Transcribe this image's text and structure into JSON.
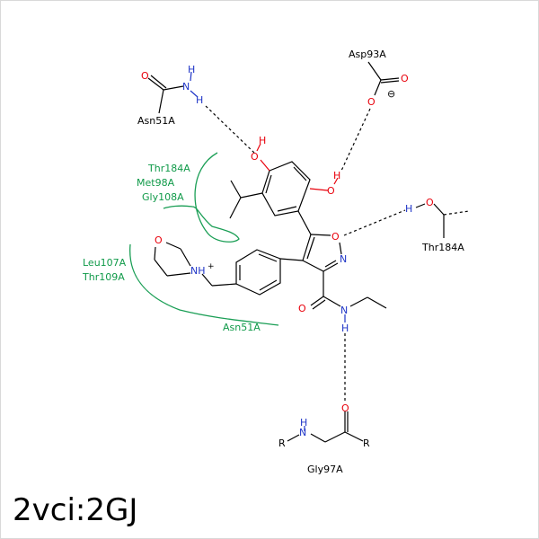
{
  "code_label": "2vci:2GJ",
  "residues": {
    "asn51_top": "Asn51A",
    "asp93": "Asp93A",
    "thr184_right": "Thr184A",
    "gly97": "Gly97A"
  },
  "hydrophobic": {
    "thr184": "Thr184A",
    "met98": "Met98A",
    "gly108": "Gly108A",
    "leu107": "Leu107A",
    "thr109": "Thr109A",
    "asn51": "Asn51A"
  },
  "atoms": {
    "O": "O",
    "N": "N",
    "H": "H",
    "R": "R",
    "NH_plus": "NH",
    "plus": "+",
    "minus": "⊖"
  },
  "colors": {
    "oxygen": "#e8000b",
    "nitrogen": "#1f35c7",
    "hydrophobic_arc": "#1a9e55",
    "bond": "#000000"
  }
}
